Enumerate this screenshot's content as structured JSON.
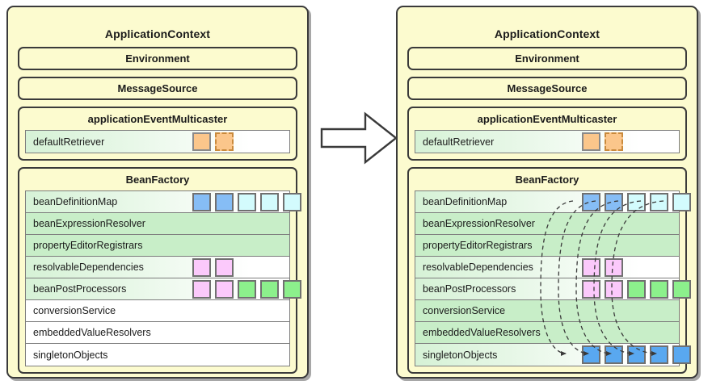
{
  "diagram": {
    "title_left": "ApplicationContext",
    "title_right": "ApplicationContext",
    "transition_arrow": "right-arrow-icon"
  },
  "colors": {
    "panel_bg": "#fcfbcf",
    "panel_border": "#3a3a3a",
    "row_green": "#c8eec8",
    "row_white": "#ffffff",
    "cell_blue": "#86bdf5",
    "cell_cyan": "#d3fbfd",
    "cell_pink": "#fbc9fb",
    "cell_green": "#8cf08c",
    "cell_orange": "#fbc68b",
    "cell_blue_solid": "#59a8f0",
    "cell_border": "#707070",
    "link_dash": "#3a3a3a"
  },
  "left_panel": {
    "title": "ApplicationContext",
    "environment": {
      "title": "Environment"
    },
    "message_source": {
      "title": "MessageSource"
    },
    "event_multicaster": {
      "title": "applicationEventMulticaster",
      "rows": [
        {
          "label": "defaultRetriever",
          "fill": "grad-green",
          "cells": [
            {
              "color": "orange",
              "style": "solid"
            },
            {
              "color": "orange",
              "style": "dashed"
            }
          ]
        }
      ]
    },
    "bean_factory": {
      "title": "BeanFactory",
      "rows": [
        {
          "label": "beanDefinitionMap",
          "fill": "grad-green",
          "cells": [
            {
              "color": "blue",
              "style": "solid"
            },
            {
              "color": "blue",
              "style": "solid"
            },
            {
              "color": "cyan",
              "style": "solid"
            },
            {
              "color": "cyan",
              "style": "solid"
            },
            {
              "color": "cyan",
              "style": "solid"
            }
          ]
        },
        {
          "label": "beanExpressionResolver",
          "fill": "green",
          "cells": []
        },
        {
          "label": "propertyEditorRegistrars",
          "fill": "green",
          "cells": []
        },
        {
          "label": "resolvableDependencies",
          "fill": "grad-green",
          "cells": [
            {
              "color": "pink",
              "style": "solid"
            },
            {
              "color": "pink",
              "style": "solid"
            }
          ]
        },
        {
          "label": "beanPostProcessors",
          "fill": "grad-green",
          "cells": [
            {
              "color": "pink",
              "style": "solid"
            },
            {
              "color": "pink",
              "style": "solid"
            },
            {
              "color": "green",
              "style": "solid"
            },
            {
              "color": "green",
              "style": "solid"
            },
            {
              "color": "green",
              "style": "solid"
            }
          ]
        },
        {
          "label": "conversionService",
          "fill": "white",
          "cells": []
        },
        {
          "label": "embeddedValueResolvers",
          "fill": "white",
          "cells": []
        },
        {
          "label": "singletonObjects",
          "fill": "white",
          "cells": []
        }
      ]
    }
  },
  "right_panel": {
    "title": "ApplicationContext",
    "environment": {
      "title": "Environment"
    },
    "message_source": {
      "title": "MessageSource"
    },
    "event_multicaster": {
      "title": "applicationEventMulticaster",
      "rows": [
        {
          "label": "defaultRetriever",
          "fill": "grad-green",
          "cells": [
            {
              "color": "orange",
              "style": "solid"
            },
            {
              "color": "orange",
              "style": "dashed"
            }
          ]
        }
      ]
    },
    "bean_factory": {
      "title": "BeanFactory",
      "rows": [
        {
          "label": "beanDefinitionMap",
          "fill": "grad-green",
          "cells": [
            {
              "color": "blue",
              "style": "solid"
            },
            {
              "color": "blue",
              "style": "solid"
            },
            {
              "color": "cyan",
              "style": "solid"
            },
            {
              "color": "cyan",
              "style": "solid"
            },
            {
              "color": "cyan",
              "style": "solid"
            }
          ]
        },
        {
          "label": "beanExpressionResolver",
          "fill": "green",
          "cells": []
        },
        {
          "label": "propertyEditorRegistrars",
          "fill": "green",
          "cells": []
        },
        {
          "label": "resolvableDependencies",
          "fill": "grad-green",
          "cells": [
            {
              "color": "pink",
              "style": "solid"
            },
            {
              "color": "pink",
              "style": "solid"
            }
          ]
        },
        {
          "label": "beanPostProcessors",
          "fill": "grad-green",
          "cells": [
            {
              "color": "pink",
              "style": "solid"
            },
            {
              "color": "pink",
              "style": "solid"
            },
            {
              "color": "green",
              "style": "solid"
            },
            {
              "color": "green",
              "style": "solid"
            },
            {
              "color": "green",
              "style": "solid"
            }
          ]
        },
        {
          "label": "conversionService",
          "fill": "green",
          "cells": []
        },
        {
          "label": "embeddedValueResolvers",
          "fill": "green",
          "cells": []
        },
        {
          "label": "singletonObjects",
          "fill": "grad-green",
          "cells": [
            {
              "color": "blue-solid",
              "style": "solid"
            },
            {
              "color": "blue-solid",
              "style": "solid"
            },
            {
              "color": "blue-solid",
              "style": "solid"
            },
            {
              "color": "blue-solid",
              "style": "solid"
            },
            {
              "color": "blue-solid",
              "style": "solid"
            }
          ]
        }
      ]
    },
    "links": {
      "description": "dashed curved arrows from beanDefinitionMap entries to singletonObjects entries",
      "count": 5
    }
  }
}
